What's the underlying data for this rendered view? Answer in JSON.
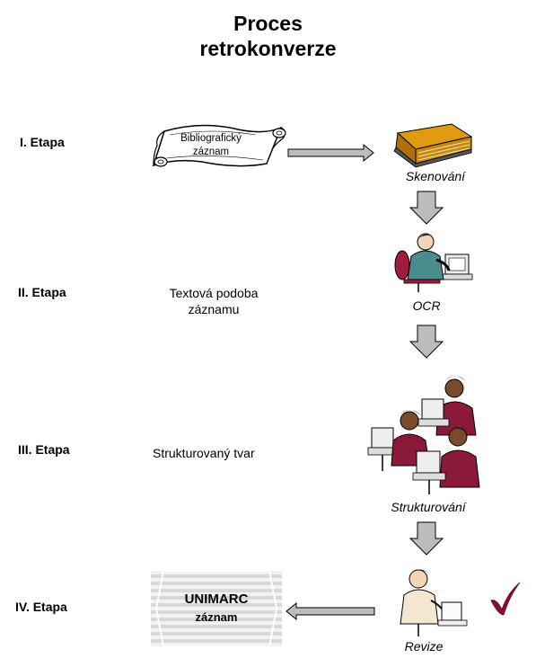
{
  "title": {
    "line1": "Proces",
    "line2": "retrokonverze"
  },
  "stages": [
    {
      "label": "I. Etapa"
    },
    {
      "label": "II. Etapa",
      "text": "Textová podoba záznamu"
    },
    {
      "label": "III. Etapa",
      "text": "Strukturovaný tvar"
    },
    {
      "label": "IV. Etapa"
    }
  ],
  "scroll": {
    "line1": "Bibliografický",
    "line2": "záznam"
  },
  "unimarc": {
    "line1": "UNIMARC",
    "line2": "záznam"
  },
  "steps": {
    "scan": "Skenování",
    "ocr": "OCR",
    "structure": "Strukturování",
    "review": "Revize"
  },
  "colors": {
    "book": "#c8870f",
    "arrow": "#b8b8b8",
    "person": "#8b1a3a",
    "check": "#8b0f2a"
  }
}
